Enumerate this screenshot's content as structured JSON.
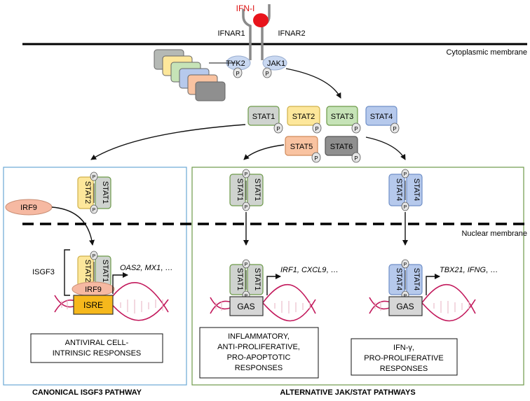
{
  "ligand": {
    "label": "IFN-I",
    "color": "#dd1111"
  },
  "receptors": {
    "left": "IFNAR1",
    "right": "IFNAR2"
  },
  "membranes": {
    "cytoplasmic": "Cytoplasmic membrane",
    "nuclear": "Nuclear membrane"
  },
  "kinases": {
    "tyk2": "TYK2",
    "jak1": "JAK1",
    "phospho": "P"
  },
  "stats": {
    "stat1": "STAT1",
    "stat2": "STAT2",
    "stat3": "STAT3",
    "stat4": "STAT4",
    "stat5": "STAT5",
    "stat6": "STAT6"
  },
  "canonical": {
    "irf9": "IRF9",
    "complex": "ISGF3",
    "element": "ISRE",
    "genes_italic": "OAS2, MX1",
    "genes_tail": ", …",
    "response_line1": "ANTIVIRAL CELL-",
    "response_line2": "INTRINSIC RESPONSES",
    "pathway_title": "CANONICAL ISGF3 PATHWAY"
  },
  "alternative": {
    "element": "GAS",
    "stat1_genes_italic": "IRF1, CXCL9",
    "stat1_genes_tail": ", …",
    "stat1_response": [
      "INFLAMMATORY,",
      "ANTI-PROLIFERATIVE,",
      "PRO-APOPTOTIC",
      "RESPONSES"
    ],
    "stat4_genes_italic": "TBX21, IFNG",
    "stat4_genes_tail": ", …",
    "stat4_response": [
      "IFN-γ,",
      "PRO-PROLIFERATIVE",
      "RESPONSES"
    ],
    "pathway_title": "ALTERNATIVE JAK/STAT PATHWAYS"
  },
  "colors": {
    "stat1": "#cfd3cf",
    "stat2": "#fde79b",
    "stat3": "#c6e3b7",
    "stat4": "#b6c9ec",
    "stat5": "#f9c3a1",
    "stat6": "#8f8f8f",
    "irf9": "#f6b9a2",
    "isre": "#f6b81c",
    "gas": "#d6d6d6",
    "canonical_frame": "#6aa8d6",
    "alternative_frame": "#6d9a49",
    "dna_strand": "#c2185b",
    "dna_rung": "#e7b0c2"
  }
}
